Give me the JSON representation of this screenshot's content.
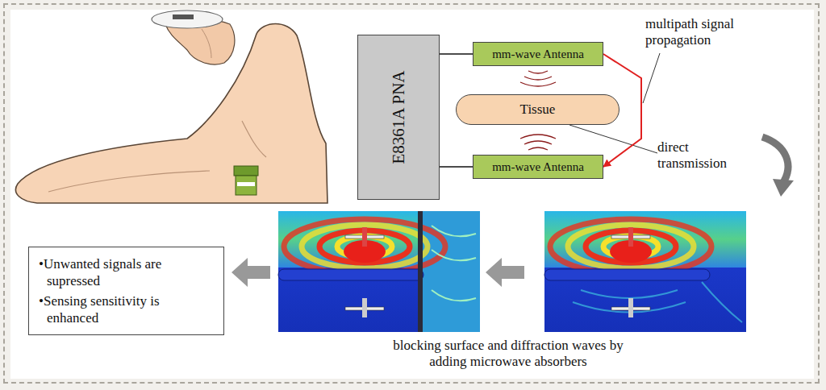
{
  "diagram": {
    "nodes": [
      {
        "text": [
          "E8361A PNA"
        ]
      },
      {
        "text": [
          "mm-wave Antenna"
        ]
      },
      {
        "text": [
          "Tissue"
        ]
      },
      {
        "text": [
          "mm-wave Antenna"
        ]
      },
      {
        "text": [
          "•Unwanted signals are supressed",
          "•Sensing sensitivity is enhanced"
        ]
      }
    ],
    "edges": [
      {
        "from": 0,
        "to": 1,
        "arrow": "none"
      },
      {
        "from": 0,
        "to": 3,
        "arrow": "none"
      },
      {
        "from": 1,
        "to": 3,
        "arrow": "to"
      }
    ],
    "labels": [
      "multipath signal propagation",
      "direct transmission",
      "blocking surface and diffraction waves by adding microwave absorbers"
    ]
  }
}
